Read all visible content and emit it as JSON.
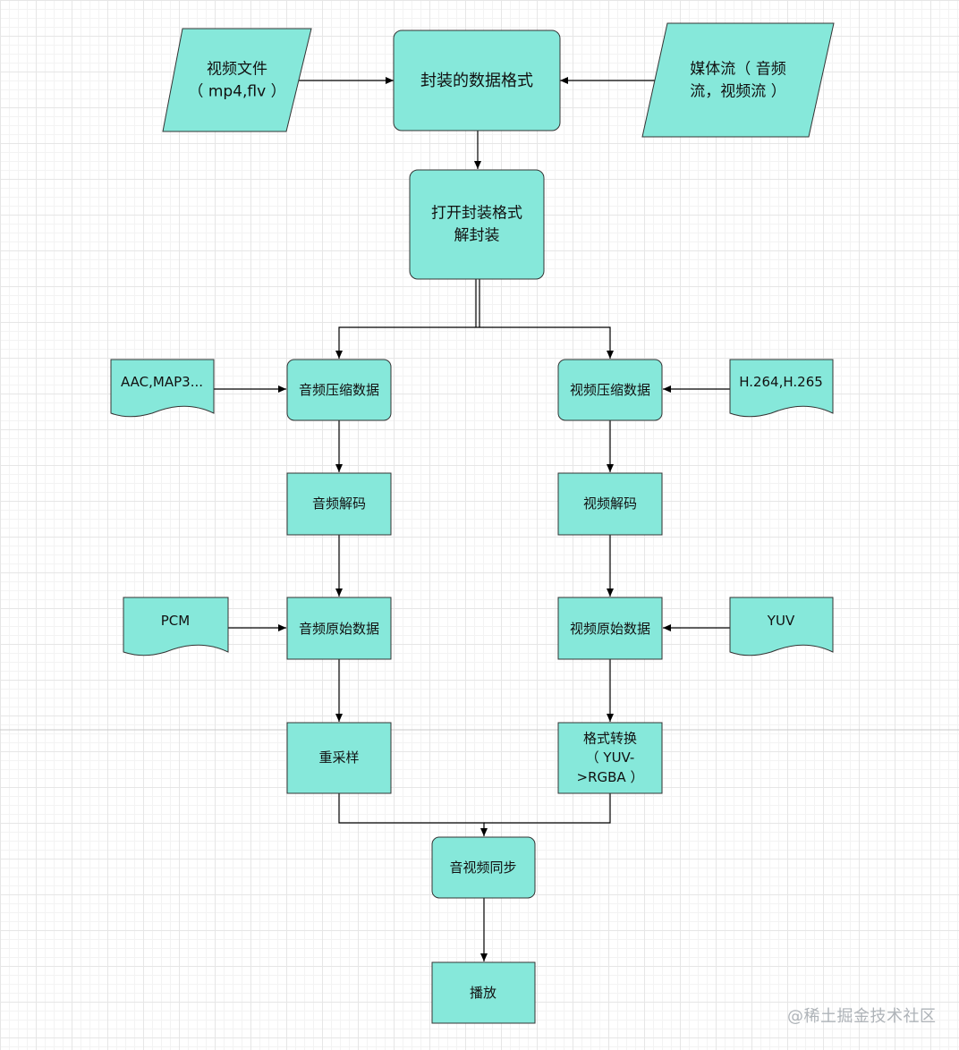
{
  "nodes": {
    "video_file": "视频文件\n（ mp4,flv ）",
    "container_format": "封装的数据格式",
    "media_stream": "媒体流（ 音频\n流，视频流 ）",
    "demux": "打开封装格式\n解封装",
    "audio_compressed": "音频压缩数据",
    "video_compressed": "视频压缩数据",
    "audio_codecs": "AAC,MAP3...",
    "video_codecs": "H.264,H.265",
    "audio_decode": "音频解码",
    "video_decode": "视频解码",
    "pcm": "PCM",
    "yuv": "YUV",
    "audio_raw": "音频原始数据",
    "video_raw": "视频原始数据",
    "resample": "重采样",
    "format_convert": "格式转换\n（ YUV-\n>RGBA ）",
    "av_sync": "音视频同步",
    "play": "播放"
  },
  "watermark": "@稀土掘金技术社区",
  "colors": {
    "node_fill": "#86e8da",
    "node_stroke": "#333333",
    "edge": "#000000"
  }
}
